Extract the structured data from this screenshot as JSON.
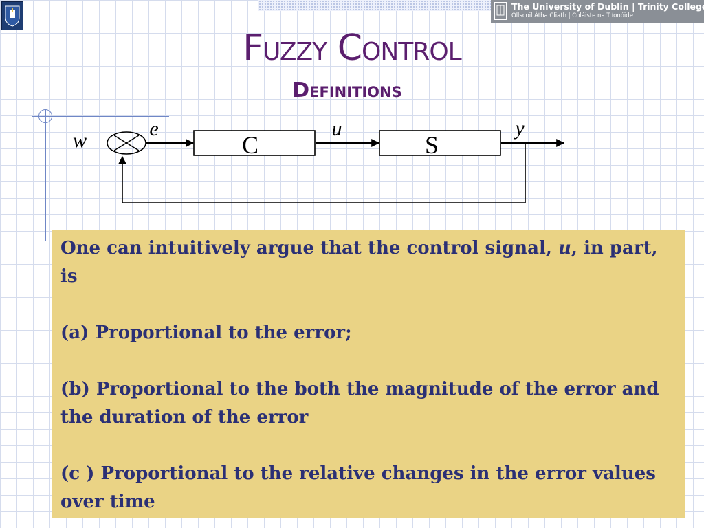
{
  "header": {
    "university_line1": "The University of Dublin | Trinity College",
    "university_line2": "Ollscoil Átha Cliath | Coláiste na Tríonóide"
  },
  "title": "Fuzzy Control",
  "subtitle": "Definitions",
  "diagram": {
    "labels": {
      "input": "w",
      "error": "e",
      "control": "u",
      "output": "y",
      "controller": "C",
      "system": "S"
    }
  },
  "content": {
    "intro_text": "One can intuitively argue that the control signal, ",
    "intro_symbol": "u",
    "intro_tail": ", in part, is",
    "item_a": "(a) Proportional to the error;",
    "item_b": "(b) Proportional to the both the magnitude of the error and the duration of the error",
    "item_c": "(c ) Proportional to the relative changes in the error values over time"
  },
  "colors": {
    "title": "#5b1e6e",
    "body_text": "#2b3075",
    "box_fill": "#ead385",
    "grid": "#d5dced"
  }
}
